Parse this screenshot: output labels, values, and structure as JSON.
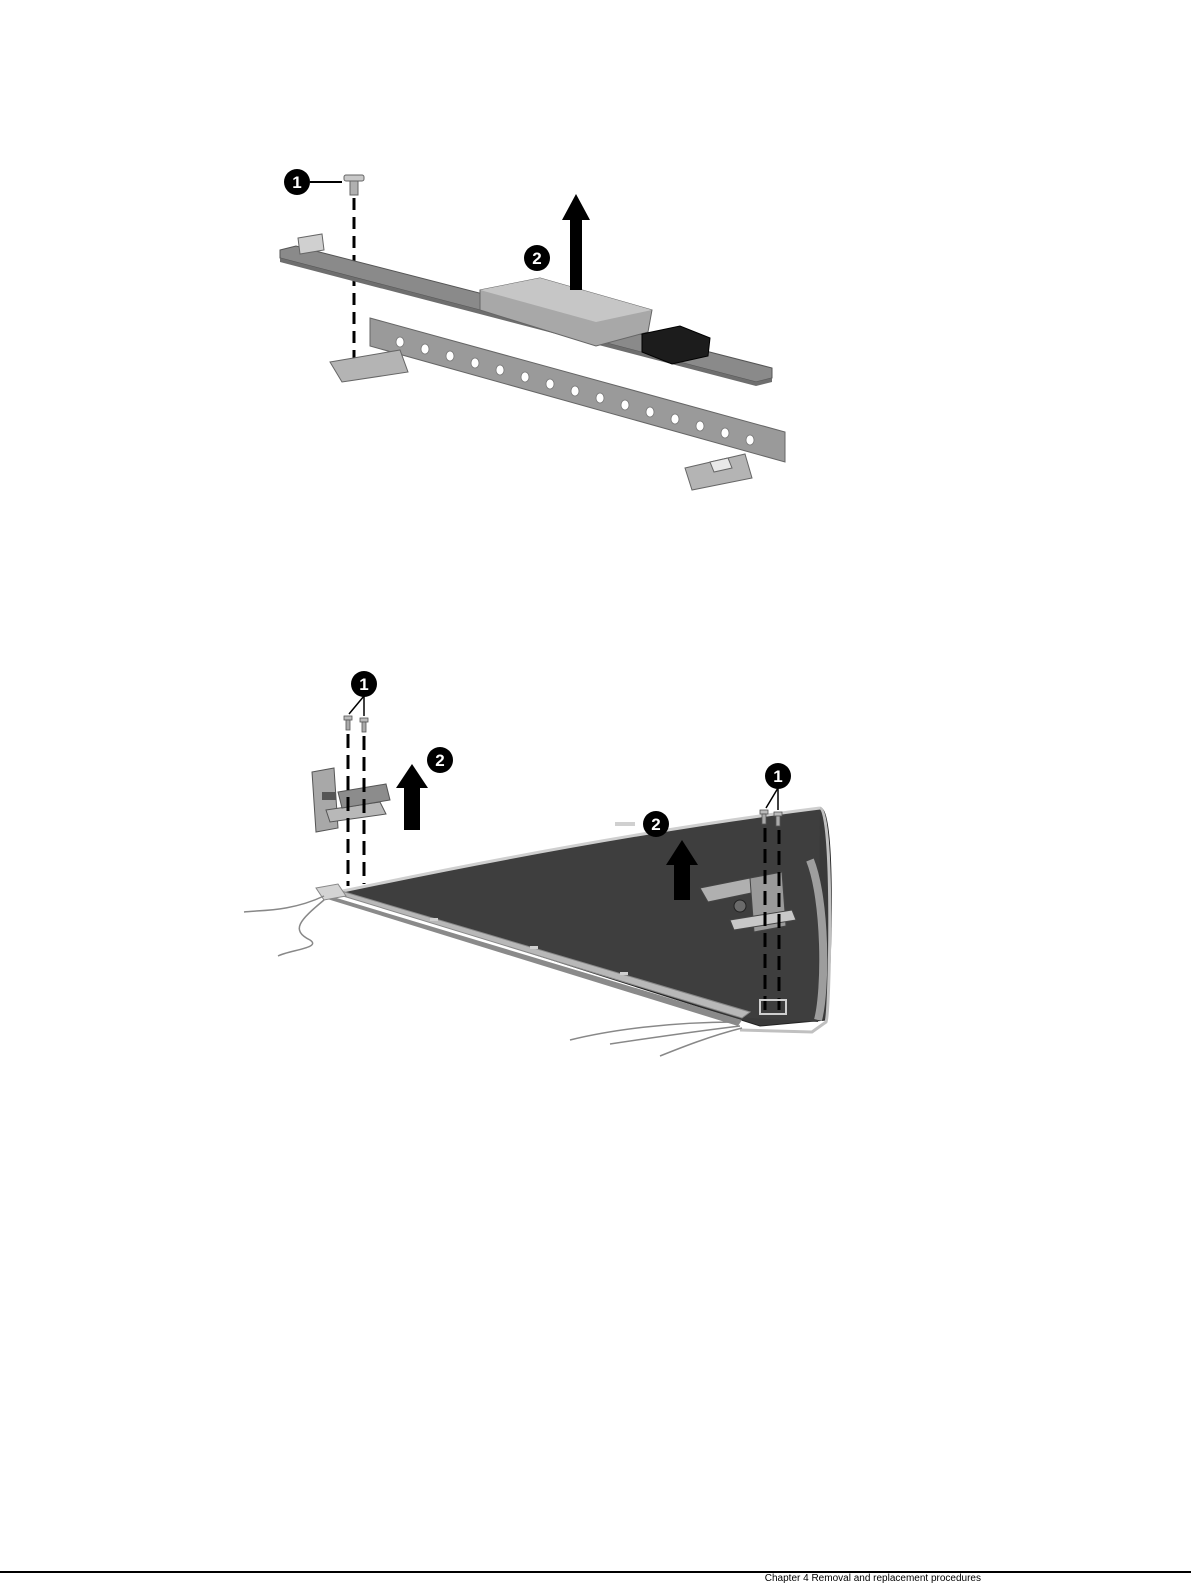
{
  "figure_1": {
    "callouts": [
      "1",
      "2"
    ]
  },
  "figure_2": {
    "callouts": [
      "1",
      "2",
      "2",
      "1"
    ]
  },
  "footer": {
    "text": "Chapter 4   Removal and replacement procedures"
  },
  "colors": {
    "callout_fill": "#000000",
    "callout_text": "#ffffff",
    "board": "#8a8a8a",
    "bracket": "#9a9a9a",
    "display_panel": "#3a3a3a",
    "display_edge": "#b8b8b8"
  }
}
